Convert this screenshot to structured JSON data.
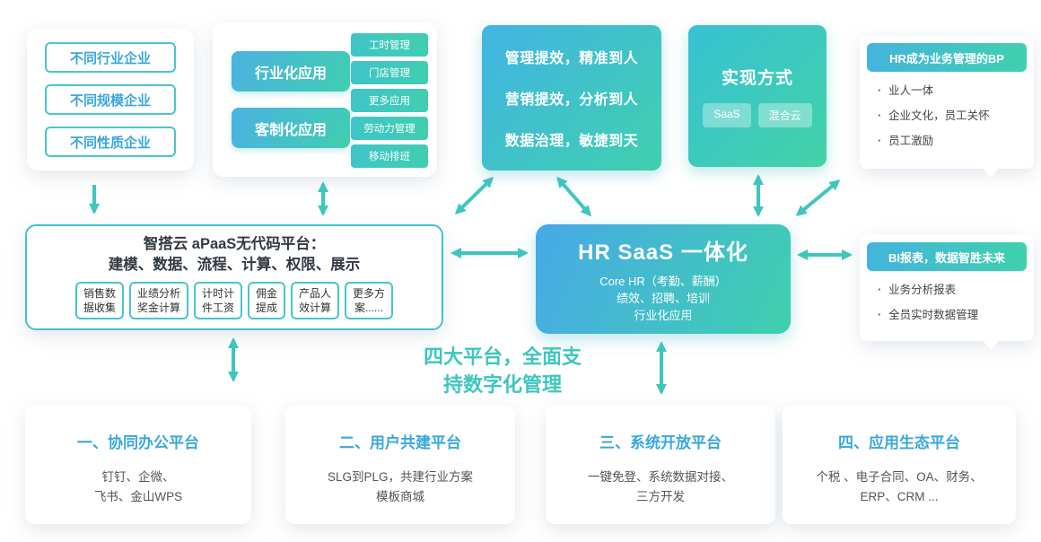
{
  "palette": {
    "teal": "#3fc6be",
    "blue_text": "#3aa7dc",
    "gradient_start": "#47a9e8",
    "gradient_end": "#3fd0ad"
  },
  "enterprises": {
    "items": [
      "不同行业企业",
      "不同规模企业",
      "不同性质企业"
    ]
  },
  "applications": {
    "categories": [
      "行业化应用",
      "客制化应用"
    ],
    "tags": [
      "工时管理",
      "门店管理",
      "更多应用",
      "劳动力管理",
      "移动排班"
    ]
  },
  "benefits": {
    "lines": [
      "管理提效，精准到人",
      "营销提效，分析到人",
      "数据治理，敏捷到天"
    ]
  },
  "implementation": {
    "title": "实现方式",
    "options": [
      "SaaS",
      "混合云"
    ]
  },
  "hr_bp": {
    "title": "HR成为业务管理的BP",
    "items": [
      "业人一体",
      "企业文化，员工关怀",
      "员工激励"
    ]
  },
  "apaas": {
    "title_line1": "智搭云 aPaaS无代码平台：",
    "title_line2": "建模、数据、流程、计算、权限、展示",
    "modules": [
      "销售数\n据收集",
      "业绩分析\n奖金计算",
      "计时计\n件工资",
      "佣金\n提成",
      "产品人\n效计算",
      "更多方\n案......"
    ]
  },
  "hr_saas": {
    "title": "HR SaaS 一体化",
    "lines": [
      "Core HR（考勤、薪酬）",
      "绩效、招聘、培训",
      "行业化应用"
    ]
  },
  "bi": {
    "title": "BI报表，数据智胜未来",
    "items": [
      "业务分析报表",
      "全员实时数据管理"
    ]
  },
  "caption": {
    "line1": "四大平台，全面支",
    "line2": "持数字化管理"
  },
  "platforms": [
    {
      "title": "一、协同办公平台",
      "desc": "钉钉、企微、\n飞书、金山WPS"
    },
    {
      "title": "二、用户共建平台",
      "desc": "SLG到PLG，共建行业方案\n模板商城"
    },
    {
      "title": "三、系统开放平台",
      "desc": "一键免登、系统数据对接、\n三方开发"
    },
    {
      "title": "四、应用生态平台",
      "desc": "个税 、电子合同、OA、财务、\nERP、CRM ..."
    }
  ]
}
